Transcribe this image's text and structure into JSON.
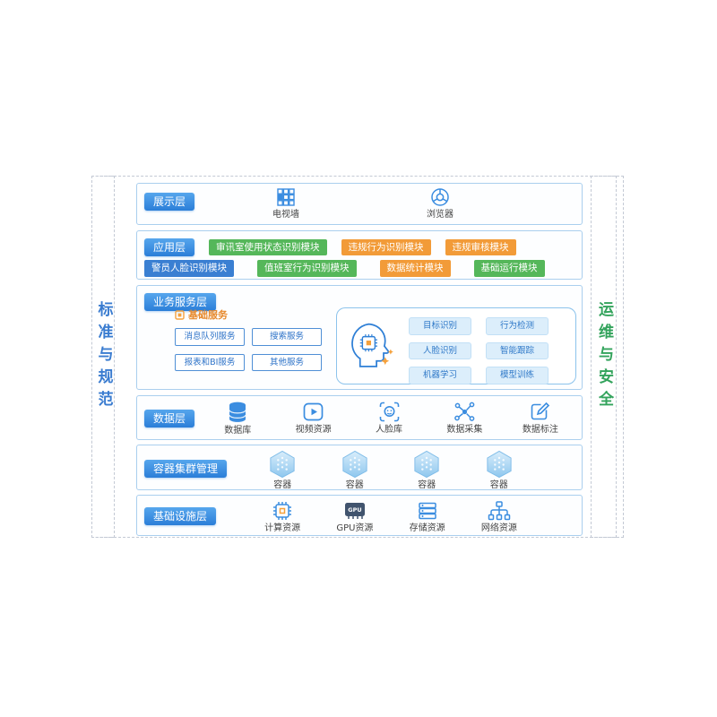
{
  "side_bars": {
    "left": {
      "label": "标准与规范",
      "color": "#3a7cd0"
    },
    "right": {
      "label": "运维与安全",
      "color": "#33a35c"
    }
  },
  "layers": {
    "presentation": {
      "label": "展示层",
      "items": [
        {
          "label": "电视墙",
          "icon": "tv-wall-icon"
        },
        {
          "label": "浏览器",
          "icon": "browser-icon"
        }
      ]
    },
    "application": {
      "label": "应用层",
      "row1": [
        {
          "label": "审讯室使用状态识别模块",
          "color": "green"
        },
        {
          "label": "违规行为识别模块",
          "color": "orange"
        },
        {
          "label": "违规审核模块",
          "color": "orange"
        }
      ],
      "row2": [
        {
          "label": "警员人脸识别模块",
          "color": "blue"
        },
        {
          "label": "值班室行为识别模块",
          "color": "green"
        },
        {
          "label": "数据统计模块",
          "color": "orange"
        },
        {
          "label": "基础运行模块",
          "color": "green"
        }
      ]
    },
    "business": {
      "label": "业务服务层",
      "basic": {
        "title": "基础服务",
        "chips": [
          {
            "label": "消息队列服务"
          },
          {
            "label": "搜索服务"
          },
          {
            "label": "报表和BI服务"
          },
          {
            "label": "其他服务"
          }
        ]
      },
      "ai": {
        "chips": [
          {
            "label": "目标识别"
          },
          {
            "label": "行为检测"
          },
          {
            "label": "人脸识别"
          },
          {
            "label": "智能跟踪"
          },
          {
            "label": "机器学习"
          },
          {
            "label": "模型训练"
          }
        ]
      }
    },
    "data": {
      "label": "数据层",
      "items": [
        {
          "label": "数据库",
          "icon": "database-icon"
        },
        {
          "label": "视频资源",
          "icon": "video-icon"
        },
        {
          "label": "人脸库",
          "icon": "face-library-icon"
        },
        {
          "label": "数据采集",
          "icon": "data-collect-icon"
        },
        {
          "label": "数据标注",
          "icon": "data-annotate-icon"
        }
      ]
    },
    "containers": {
      "label": "容器集群管理",
      "items": [
        {
          "label": "容器"
        },
        {
          "label": "容器"
        },
        {
          "label": "容器"
        },
        {
          "label": "容器"
        }
      ]
    },
    "infrastructure": {
      "label": "基础设施层",
      "items": [
        {
          "label": "计算资源",
          "icon": "cpu-icon"
        },
        {
          "label": "GPU资源",
          "icon": "gpu-icon",
          "chip_text": "GPU"
        },
        {
          "label": "存储资源",
          "icon": "storage-icon"
        },
        {
          "label": "网络资源",
          "icon": "network-icon"
        }
      ]
    }
  },
  "colors": {
    "badge_blue": "#2e82d8",
    "module_green": "#55b75a",
    "module_orange": "#f29b38",
    "module_blue": "#3a7fd2",
    "row_border": "#aacfee",
    "dashed_border": "#c3c9d4",
    "icon_blue": "#3b8de0",
    "accent_orange": "#f5a13c"
  }
}
